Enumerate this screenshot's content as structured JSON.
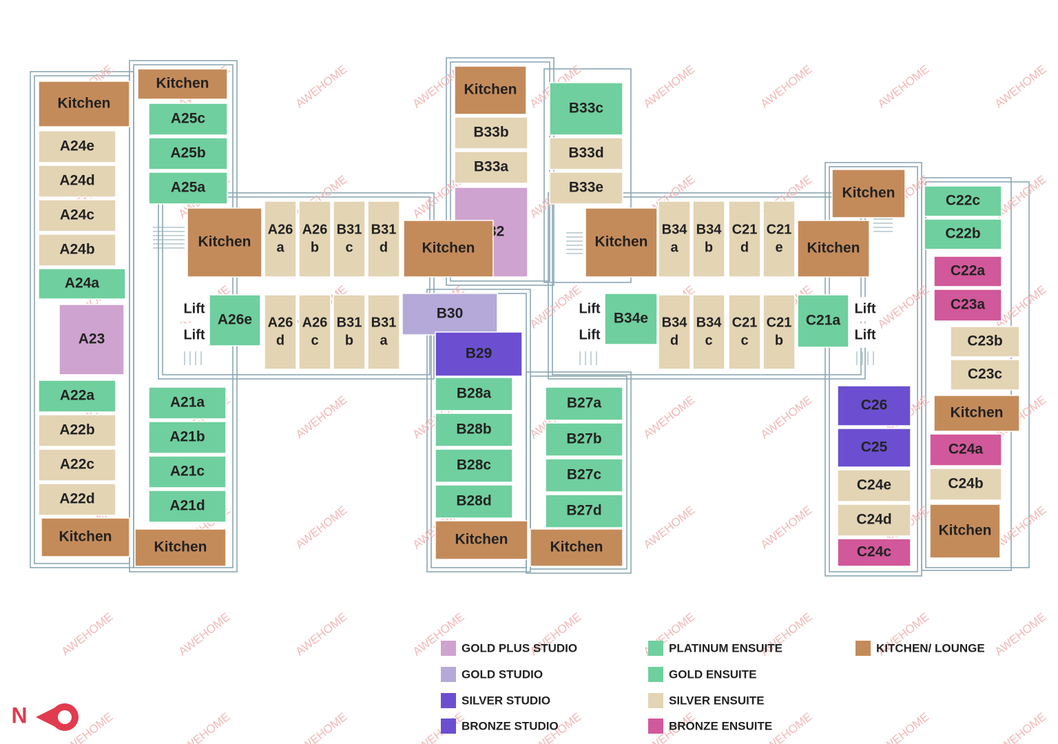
{
  "watermark": "AWEHOME",
  "compass": {
    "label": "N",
    "color": "#e03b4e"
  },
  "colors": {
    "gold_plus_studio": "#cfa3cf",
    "gold_studio": "#b4a9d8",
    "silver_studio": "#6b4fd0",
    "bronze_studio": "#6b4fd0",
    "platinum_ensuite": "#6fcf9e",
    "gold_ensuite": "#6fcf9e",
    "silver_ensuite": "#e3d4b4",
    "bronze_ensuite": "#d1589a",
    "kitchen": "#c48b5a",
    "lift": "#ffffff",
    "wall": "#8aa7b2"
  },
  "legend": [
    {
      "label": "GOLD PLUS STUDIO",
      "type": "gold_plus_studio"
    },
    {
      "label": "GOLD STUDIO",
      "type": "gold_studio"
    },
    {
      "label": "SILVER STUDIO",
      "type": "silver_studio"
    },
    {
      "label": "BRONZE STUDIO",
      "type": "bronze_studio"
    },
    {
      "label": "PLATINUM ENSUITE",
      "type": "platinum_ensuite"
    },
    {
      "label": "GOLD ENSUITE",
      "type": "gold_ensuite"
    },
    {
      "label": "SILVER ENSUITE",
      "type": "silver_ensuite"
    },
    {
      "label": "BRONZE ENSUITE",
      "type": "bronze_ensuite"
    },
    {
      "label": "KITCHEN/ LOUNGE",
      "type": "kitchen"
    }
  ],
  "rooms": [
    {
      "id": "k-a24",
      "lines": [
        "Kitchen"
      ],
      "type": "kitchen"
    },
    {
      "id": "a24e",
      "lines": [
        "A24e"
      ],
      "type": "silver_ensuite"
    },
    {
      "id": "a24d",
      "lines": [
        "A24d"
      ],
      "type": "silver_ensuite"
    },
    {
      "id": "a24c",
      "lines": [
        "A24c"
      ],
      "type": "silver_ensuite"
    },
    {
      "id": "a24b",
      "lines": [
        "A24b"
      ],
      "type": "silver_ensuite"
    },
    {
      "id": "a24a",
      "lines": [
        "A24a"
      ],
      "type": "gold_ensuite"
    },
    {
      "id": "a23",
      "lines": [
        "A23"
      ],
      "type": "gold_plus_studio"
    },
    {
      "id": "a22a",
      "lines": [
        "A22a"
      ],
      "type": "gold_ensuite"
    },
    {
      "id": "a22b",
      "lines": [
        "A22b"
      ],
      "type": "silver_ensuite"
    },
    {
      "id": "a22c",
      "lines": [
        "A22c"
      ],
      "type": "silver_ensuite"
    },
    {
      "id": "a22d",
      "lines": [
        "A22d"
      ],
      "type": "silver_ensuite"
    },
    {
      "id": "k-a22",
      "lines": [
        "Kitchen"
      ],
      "type": "kitchen"
    },
    {
      "id": "k-a25",
      "lines": [
        "Kitchen"
      ],
      "type": "kitchen"
    },
    {
      "id": "a25c",
      "lines": [
        "A25c"
      ],
      "type": "gold_ensuite"
    },
    {
      "id": "a25b",
      "lines": [
        "A25b"
      ],
      "type": "gold_ensuite"
    },
    {
      "id": "a25a",
      "lines": [
        "A25a"
      ],
      "type": "gold_ensuite"
    },
    {
      "id": "k-a26",
      "lines": [
        "Kitchen"
      ],
      "type": "kitchen"
    },
    {
      "id": "a26a",
      "lines": [
        "A26",
        "a"
      ],
      "type": "silver_ensuite"
    },
    {
      "id": "a26b",
      "lines": [
        "A26",
        "b"
      ],
      "type": "silver_ensuite"
    },
    {
      "id": "b31c",
      "lines": [
        "B31",
        "c"
      ],
      "type": "silver_ensuite"
    },
    {
      "id": "b31d",
      "lines": [
        "B31",
        "d"
      ],
      "type": "silver_ensuite"
    },
    {
      "id": "lift-a1",
      "lines": [
        "Lift"
      ],
      "type": "lift"
    },
    {
      "id": "lift-a2",
      "lines": [
        "Lift"
      ],
      "type": "lift"
    },
    {
      "id": "a26e",
      "lines": [
        "A26e"
      ],
      "type": "gold_ensuite"
    },
    {
      "id": "a26d",
      "lines": [
        "A26",
        "d"
      ],
      "type": "silver_ensuite"
    },
    {
      "id": "a26c",
      "lines": [
        "A26",
        "c"
      ],
      "type": "silver_ensuite"
    },
    {
      "id": "b31b",
      "lines": [
        "B31",
        "b"
      ],
      "type": "silver_ensuite"
    },
    {
      "id": "b31a",
      "lines": [
        "B31",
        "a"
      ],
      "type": "silver_ensuite"
    },
    {
      "id": "a21a",
      "lines": [
        "A21a"
      ],
      "type": "gold_ensuite"
    },
    {
      "id": "a21b",
      "lines": [
        "A21b"
      ],
      "type": "gold_ensuite"
    },
    {
      "id": "a21c",
      "lines": [
        "A21c"
      ],
      "type": "gold_ensuite"
    },
    {
      "id": "a21d",
      "lines": [
        "A21d"
      ],
      "type": "gold_ensuite"
    },
    {
      "id": "k-a21",
      "lines": [
        "Kitchen"
      ],
      "type": "kitchen"
    },
    {
      "id": "k-b33",
      "lines": [
        "Kitchen"
      ],
      "type": "kitchen"
    },
    {
      "id": "b33b",
      "lines": [
        "B33b"
      ],
      "type": "silver_ensuite"
    },
    {
      "id": "b33a",
      "lines": [
        "B33a"
      ],
      "type": "silver_ensuite"
    },
    {
      "id": "b32",
      "lines": [
        "B32"
      ],
      "type": "gold_plus_studio"
    },
    {
      "id": "k-b32",
      "lines": [
        "Kitchen"
      ],
      "type": "kitchen"
    },
    {
      "id": "b33c",
      "lines": [
        "B33c"
      ],
      "type": "gold_ensuite"
    },
    {
      "id": "b33d",
      "lines": [
        "B33d"
      ],
      "type": "silver_ensuite"
    },
    {
      "id": "b33e",
      "lines": [
        "B33e"
      ],
      "type": "silver_ensuite"
    },
    {
      "id": "b30",
      "lines": [
        "B30"
      ],
      "type": "gold_studio"
    },
    {
      "id": "b29",
      "lines": [
        "B29"
      ],
      "type": "silver_studio"
    },
    {
      "id": "b28a",
      "lines": [
        "B28a"
      ],
      "type": "gold_ensuite"
    },
    {
      "id": "b28b",
      "lines": [
        "B28b"
      ],
      "type": "gold_ensuite"
    },
    {
      "id": "b28c",
      "lines": [
        "B28c"
      ],
      "type": "gold_ensuite"
    },
    {
      "id": "b28d",
      "lines": [
        "B28d"
      ],
      "type": "gold_ensuite"
    },
    {
      "id": "k-b28",
      "lines": [
        "Kitchen"
      ],
      "type": "kitchen"
    },
    {
      "id": "b27a",
      "lines": [
        "B27a"
      ],
      "type": "gold_ensuite"
    },
    {
      "id": "b27b",
      "lines": [
        "B27b"
      ],
      "type": "gold_ensuite"
    },
    {
      "id": "b27c",
      "lines": [
        "B27c"
      ],
      "type": "gold_ensuite"
    },
    {
      "id": "b27d",
      "lines": [
        "B27d"
      ],
      "type": "gold_ensuite"
    },
    {
      "id": "k-b27",
      "lines": [
        "Kitchen"
      ],
      "type": "kitchen"
    },
    {
      "id": "k-b34",
      "lines": [
        "Kitchen"
      ],
      "type": "kitchen"
    },
    {
      "id": "b34a",
      "lines": [
        "B34",
        "a"
      ],
      "type": "silver_ensuite"
    },
    {
      "id": "b34b",
      "lines": [
        "B34",
        "b"
      ],
      "type": "silver_ensuite"
    },
    {
      "id": "c21d",
      "lines": [
        "C21",
        "d"
      ],
      "type": "silver_ensuite"
    },
    {
      "id": "c21e",
      "lines": [
        "C21",
        "e"
      ],
      "type": "silver_ensuite"
    },
    {
      "id": "k-c21",
      "lines": [
        "Kitchen"
      ],
      "type": "kitchen"
    },
    {
      "id": "k-c22top",
      "lines": [
        "Kitchen"
      ],
      "type": "kitchen"
    },
    {
      "id": "lift-b1",
      "lines": [
        "Lift"
      ],
      "type": "lift"
    },
    {
      "id": "lift-b2",
      "lines": [
        "Lift"
      ],
      "type": "lift"
    },
    {
      "id": "b34e",
      "lines": [
        "B34e"
      ],
      "type": "gold_ensuite"
    },
    {
      "id": "b34d",
      "lines": [
        "B34",
        "d"
      ],
      "type": "silver_ensuite"
    },
    {
      "id": "b34c",
      "lines": [
        "B34",
        "c"
      ],
      "type": "silver_ensuite"
    },
    {
      "id": "c21c",
      "lines": [
        "C21",
        "c"
      ],
      "type": "silver_ensuite"
    },
    {
      "id": "c21b",
      "lines": [
        "C21",
        "b"
      ],
      "type": "silver_ensuite"
    },
    {
      "id": "c21a",
      "lines": [
        "C21a"
      ],
      "type": "gold_ensuite"
    },
    {
      "id": "lift-c1",
      "lines": [
        "Lift"
      ],
      "type": "lift"
    },
    {
      "id": "lift-c2",
      "lines": [
        "Lift"
      ],
      "type": "lift"
    },
    {
      "id": "c22c",
      "lines": [
        "C22c"
      ],
      "type": "gold_ensuite"
    },
    {
      "id": "c22b",
      "lines": [
        "C22b"
      ],
      "type": "gold_ensuite"
    },
    {
      "id": "c22a",
      "lines": [
        "C22a"
      ],
      "type": "bronze_ensuite"
    },
    {
      "id": "c23a",
      "lines": [
        "C23a"
      ],
      "type": "bronze_ensuite"
    },
    {
      "id": "c23b",
      "lines": [
        "C23b"
      ],
      "type": "silver_ensuite"
    },
    {
      "id": "c23c",
      "lines": [
        "C23c"
      ],
      "type": "silver_ensuite"
    },
    {
      "id": "k-c23",
      "lines": [
        "Kitchen"
      ],
      "type": "kitchen"
    },
    {
      "id": "c24a",
      "lines": [
        "C24a"
      ],
      "type": "bronze_ensuite"
    },
    {
      "id": "c24b",
      "lines": [
        "C24b"
      ],
      "type": "silver_ensuite"
    },
    {
      "id": "k-c24",
      "lines": [
        "Kitchen"
      ],
      "type": "kitchen"
    },
    {
      "id": "c26",
      "lines": [
        "C26"
      ],
      "type": "silver_studio"
    },
    {
      "id": "c25",
      "lines": [
        "C25"
      ],
      "type": "silver_studio"
    },
    {
      "id": "c24e",
      "lines": [
        "C24e"
      ],
      "type": "silver_ensuite"
    },
    {
      "id": "c24d",
      "lines": [
        "C24d"
      ],
      "type": "silver_ensuite"
    },
    {
      "id": "c24c",
      "lines": [
        "C24c"
      ],
      "type": "bronze_ensuite"
    }
  ]
}
